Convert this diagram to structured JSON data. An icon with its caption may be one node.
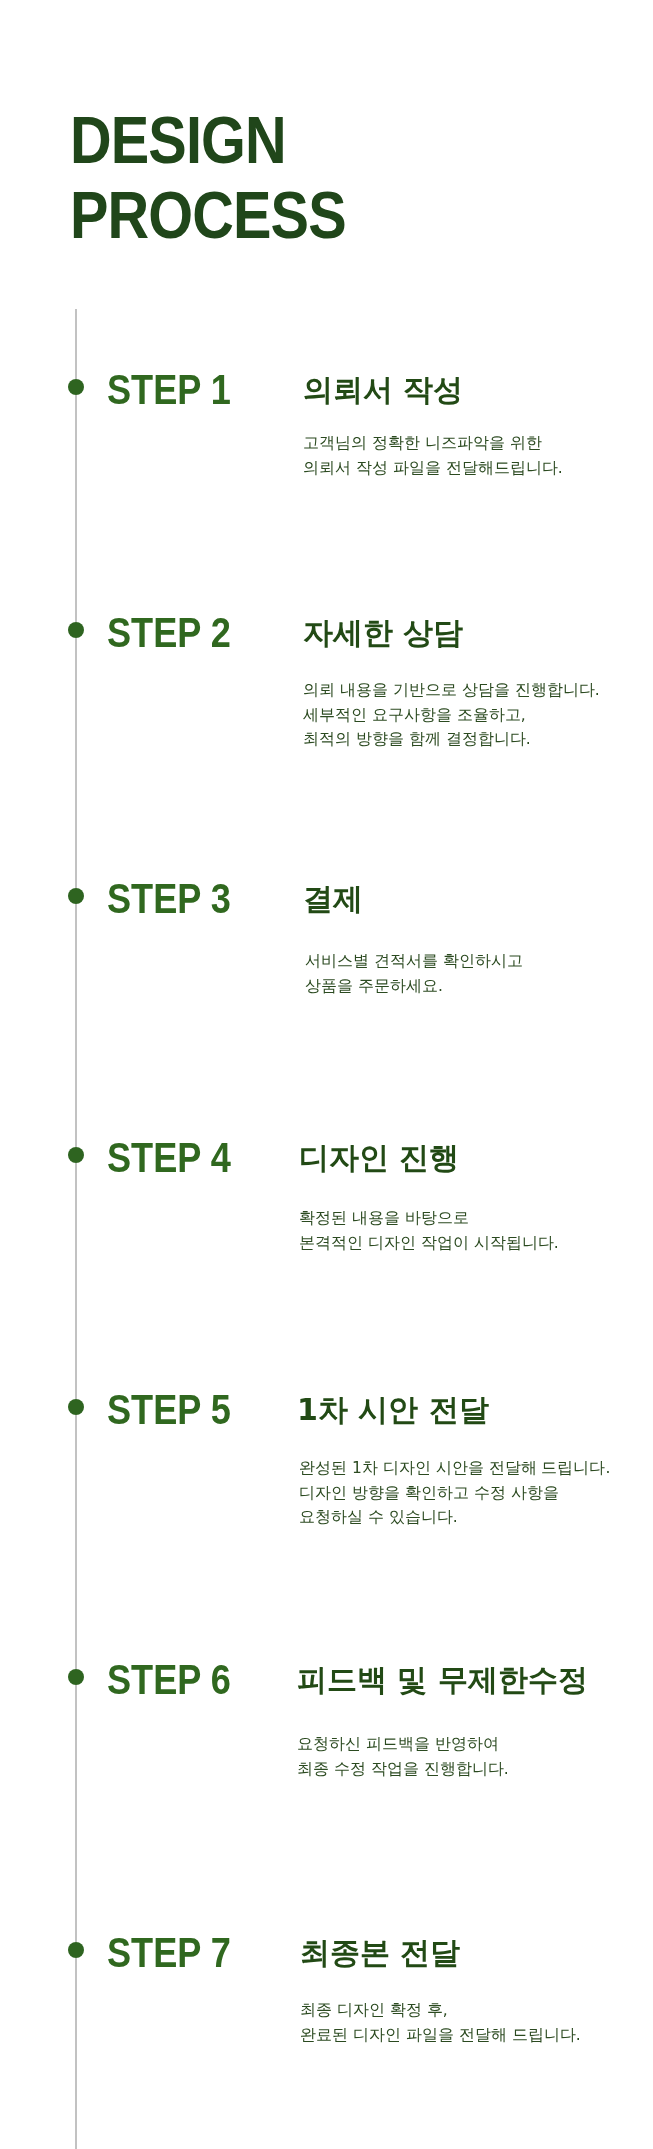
{
  "diagram": {
    "title": "DESIGN PROCESS",
    "nodes": [
      {
        "text": [],
        "shape": "circle",
        "beside": [
          "STEP 1",
          "의뢰서 작성",
          "고객님의 정확한 니즈파악을 위한 의뢰서 작성 파일을 전달해드립니다."
        ]
      },
      {
        "text": [],
        "shape": "circle",
        "beside": [
          "STEP 2",
          "자세한 상담",
          "의뢰 내용을 기반으로 상담을 진행합니다. 세부적인 요구사항을 조율하고, 최적의 방향을 함께 결정합니다."
        ]
      },
      {
        "text": [],
        "shape": "circle",
        "beside": [
          "STEP 3",
          "결제",
          "서비스별 견적서를 확인하시고 상품을 주문하세요."
        ]
      },
      {
        "text": [],
        "shape": "circle",
        "beside": [
          "STEP 4",
          "디자인 진행",
          "확정된 내용을 바탕으로 본격적인 디자인 작업이 시작됩니다."
        ]
      },
      {
        "text": [],
        "shape": "circle",
        "beside": [
          "STEP 5",
          "1차 시안 전달",
          "완성된 1차 디자인 시안을 전달해 드립니다. 디자인 방향을 확인하고 수정 사항을 요청하실 수 있습니다."
        ]
      },
      {
        "text": [],
        "shape": "circle",
        "beside": [
          "STEP 6",
          "피드백 및 무제한수정",
          "요청하신 피드백을 반영하여 최종 수정 작업을 진행합니다."
        ]
      },
      {
        "text": [],
        "shape": "circle",
        "beside": [
          "STEP 7",
          "최종본 전달",
          "최종 디자인 확정 후, 완료된 디자인 파일을 전달해 드립니다."
        ]
      }
    ],
    "edges": [
      {
        "from": null,
        "to": 0,
        "arrow": "none"
      },
      {
        "from": 0,
        "to": 1,
        "arrow": "none"
      },
      {
        "from": 1,
        "to": 2,
        "arrow": "none"
      },
      {
        "from": 2,
        "to": 3,
        "arrow": "none"
      },
      {
        "from": 3,
        "to": 4,
        "arrow": "none"
      },
      {
        "from": 4,
        "to": 5,
        "arrow": "none"
      },
      {
        "from": 5,
        "to": 6,
        "arrow": "none"
      },
      {
        "from": 6,
        "to": null,
        "arrow": "none"
      }
    ]
  }
}
